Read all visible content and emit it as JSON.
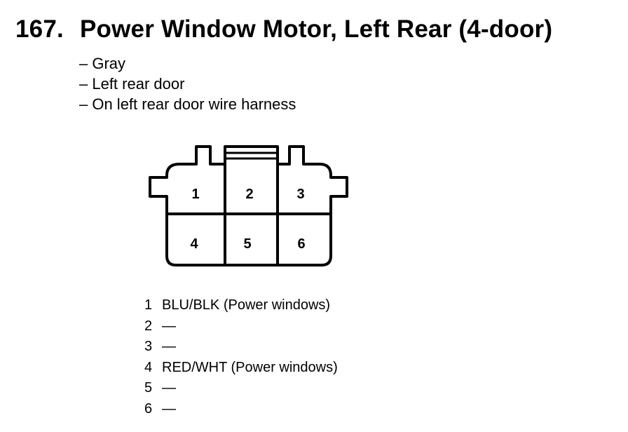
{
  "header": {
    "number": "167.",
    "title": "Power Window Motor, Left Rear (4-door)"
  },
  "notes": [
    "– Gray",
    "– Left rear door",
    "– On left rear door wire harness"
  ],
  "connector": {
    "cavities": [
      "1",
      "2",
      "3",
      "4",
      "5",
      "6"
    ]
  },
  "pins": [
    {
      "number": "1",
      "desc": "BLU/BLK (Power windows)"
    },
    {
      "number": "2",
      "desc": "—"
    },
    {
      "number": "3",
      "desc": "—"
    },
    {
      "number": "4",
      "desc": "RED/WHT (Power windows)"
    },
    {
      "number": "5",
      "desc": "—"
    },
    {
      "number": "6",
      "desc": "—"
    }
  ]
}
